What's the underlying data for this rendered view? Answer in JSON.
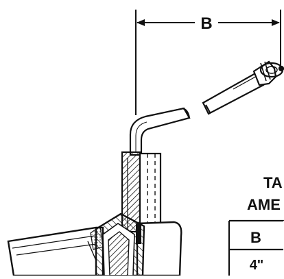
{
  "dimension": {
    "label": "B"
  },
  "table": {
    "title_partial": "TA",
    "subtitle_partial": "AME",
    "header": [
      "B"
    ],
    "rows": [
      [
        "4\""
      ]
    ]
  },
  "colors": {
    "ink": "#111111",
    "paper": "#ffffff"
  }
}
